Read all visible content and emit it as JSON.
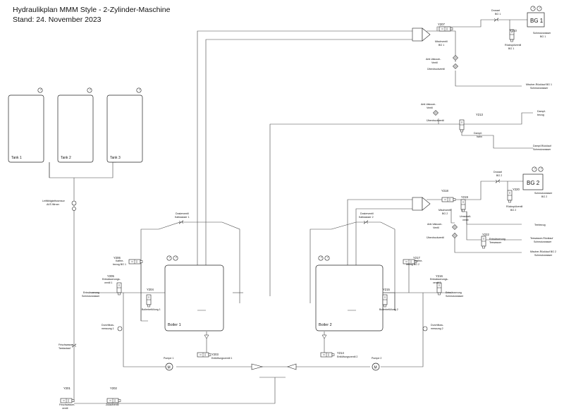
{
  "title": "Hydraulikplan MMM Style - 2-Zylinder-Maschine",
  "subtitle": "Stand: 24. November 2023",
  "tanks": [
    "Tank 1",
    "Tank 2",
    "Tank 3"
  ],
  "boilers": [
    "Boiler 1",
    "Boiler 2"
  ],
  "groups": [
    "BG 1",
    "BG 2"
  ],
  "valve_ids": {
    "y201": "Y201",
    "y202": "Y202",
    "y203": "Y203",
    "y204": "Y204",
    "y205": "Y205",
    "y206": "Y206",
    "y207": "Y207",
    "y210": "Y210",
    "y213": "Y213",
    "y214": "Y214",
    "y215": "Y215",
    "y216": "Y216",
    "y217": "Y217",
    "y218": "Y218",
    "y219": "Y219",
    "y220": "Y220",
    "y222": "Y222"
  },
  "labels": {
    "leitfaehig_1": "Leitfähigkeitssensor",
    "leitfaehig_2": "AVS filtrner",
    "frischwasser_1": "Frischwasser",
    "frischwasser_2": "Tankzulauf",
    "y201_1": "Frischwasser-",
    "y201_2": "ventil",
    "zulauf": "Zulaufventil",
    "durchfluss1_1": "Durchfluss-",
    "durchfluss1_2": "messung 1",
    "durchfluss2_1": "Durchfluss-",
    "durchfluss2_2": "messung 2",
    "pumpe1": "Pumpe 1",
    "pumpe2": "Pumpe 2",
    "entl1": "Entlüftungsventil 1",
    "entl2": "Entlüftungsventil 2",
    "boilerbef1": "Boilerbefüllung 1",
    "boilerbef2": "Boilerbefüllung 2",
    "entwaess1_1": "Entwässerungs-",
    "entwaess1_2": "ventil 1",
    "entwaess2_1": "Entwässerungs-",
    "entwaess2_2": "ventil 2",
    "entw_schmutz_l1": "Entwässerung",
    "entw_schmutz_l2": "Schmutzwasser",
    "entw_schmutz_r1": "Entwässerung",
    "entw_schmutz_r2": "Schmutzwasser",
    "kaffee1_1": "Kaffee-",
    "kaffee1_2": "bezug BG 1",
    "kaffee2_1": "Kaffee-",
    "kaffee2_2": "bezug BG 2",
    "dosier1_1": "Dosierventil",
    "dosier1_2": "Kaltwasser 1",
    "dosier2_1": "Dosierventil",
    "dosier2_2": "Kaltwasser 2",
    "mischv1_1": "Mischventil",
    "mischv1_2": "BG 1",
    "mischv2_1": "Mischventil",
    "mischv2_2": "BG 2",
    "antivak1_1": "Anti-Vakuum-",
    "antivak1_2": "Ventil",
    "antivak2_1": "Anti-Vakuum-",
    "antivak2_2": "Ventil",
    "antivak3_1": "Anti-Vakuum-",
    "antivak3_2": "Ventil",
    "ueberdruck1": "Überdruckventil",
    "ueberdruck2": "Überdruckventil",
    "ueberdruck3": "Überdruckventil",
    "mischer_ruck1_1": "Mischer-Rücklauf BG 1",
    "mischer_ruck1_2": "Schmutzwasser",
    "mischer_ruck2_1": "Mischer-Rücklauf BG 2",
    "mischer_ruck2_2": "Schmutzwasser",
    "drossel1_1": "Drossel",
    "drossel1_2": "BG 1",
    "drossel2_1": "Drossel",
    "drossel2_2": "BG 2",
    "schmutz1_1": "Schmutzwasser",
    "schmutz1_2": "BG 1",
    "schmutz2_1": "Schmutzwasser",
    "schmutz2_2": "BG 2",
    "rueckspuel1_1": "Rückspülventil",
    "rueckspuel1_2": "BG 1",
    "rueckspuel2_1": "Rückspülventil",
    "rueckspuel2_2": "BG 2",
    "dampf_1": "Dampf-",
    "dampf_2": "bezug",
    "dampfhahn_1": "Dampf-",
    "dampfhahn_2": "hahn",
    "dampfruck_1": "Dampf-Rücklauf",
    "dampfruck_2": "Schmutzwasser",
    "umschalt_1": "Umschalt-",
    "umschalt_2": "ventil",
    "teebezug": "Teebezug",
    "tee_ruck_1": "Teewasser-Rücklauf",
    "tee_ruck_2": "Schmutzwasser",
    "entwtee_1": "Entwässerung",
    "entwtee_2": "Teewasser"
  },
  "icons": {
    "gauge": "pressure-gauge-icon",
    "temp": "temperature-sensor-icon",
    "pump": "pump-motor-icon",
    "check": "check-valve-icon",
    "valve": "solenoid-valve-icon",
    "throttle": "throttle-icon",
    "sensor": "flow-sensor-icon"
  }
}
